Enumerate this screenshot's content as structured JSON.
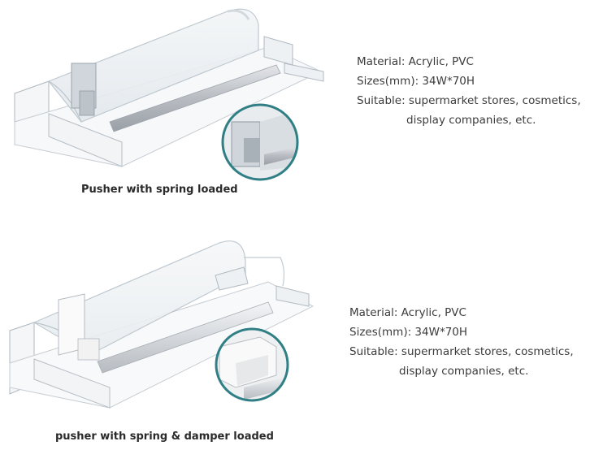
{
  "products": [
    {
      "caption": "Pusher with spring loaded",
      "specs": {
        "material": "Material: Acrylic, PVC",
        "sizes": "Sizes(mm): 34W*70H",
        "suitable_line1": "Suitable: supermarket stores, cosmetics,",
        "suitable_line2": "display companies, etc."
      }
    },
    {
      "caption": "pusher with spring & damper loaded",
      "specs": {
        "material": "Material: Acrylic, PVC",
        "sizes": "Sizes(mm): 34W*70H",
        "suitable_line1": "Suitable: supermarket stores, cosmetics,",
        "suitable_line2": "display companies, etc."
      }
    }
  ],
  "colors": {
    "zoom_ring": "#2f7f85",
    "acrylic_edge": "#b9c4cc",
    "spring_bar": "#c9cdd2"
  }
}
